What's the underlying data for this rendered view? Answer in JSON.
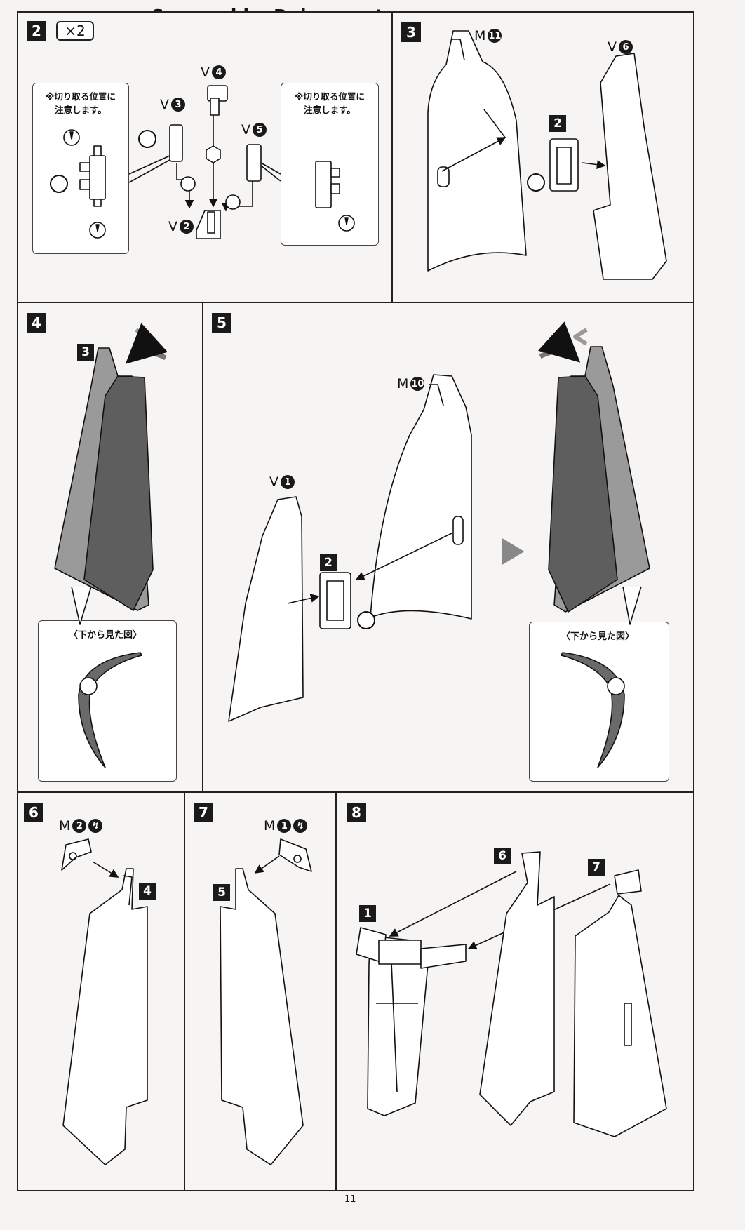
{
  "watermark": "Scanned by Dalong.net",
  "page_number": "11",
  "steps": {
    "s2": "2",
    "s3": "3",
    "s4": "4",
    "s5": "5",
    "s6": "6",
    "s7": "7",
    "s8": "8"
  },
  "multiplier": "×2",
  "caution_note_line1": "※切り取る位置に",
  "caution_note_line2": "注意します。",
  "bottom_view_caption": "〈下から見た図〉",
  "runner_v": "V",
  "runner_m": "M",
  "part_numbers": {
    "v1": "1",
    "v2": "2",
    "v3": "3",
    "v4": "4",
    "v5": "5",
    "v6": "6",
    "m1": "1",
    "m2": "2",
    "m10": "10",
    "m11": "11"
  },
  "assembly_order": {
    "a": "1",
    "b": "2"
  },
  "subassembly_labels": {
    "ref2_step3": "2",
    "ref3_step4": "3",
    "ref2_step5": "2",
    "ref4_step6": "4",
    "ref5_step7": "5",
    "ref1_step8": "1",
    "ref6_step8": "6",
    "ref7_step8": "7"
  }
}
